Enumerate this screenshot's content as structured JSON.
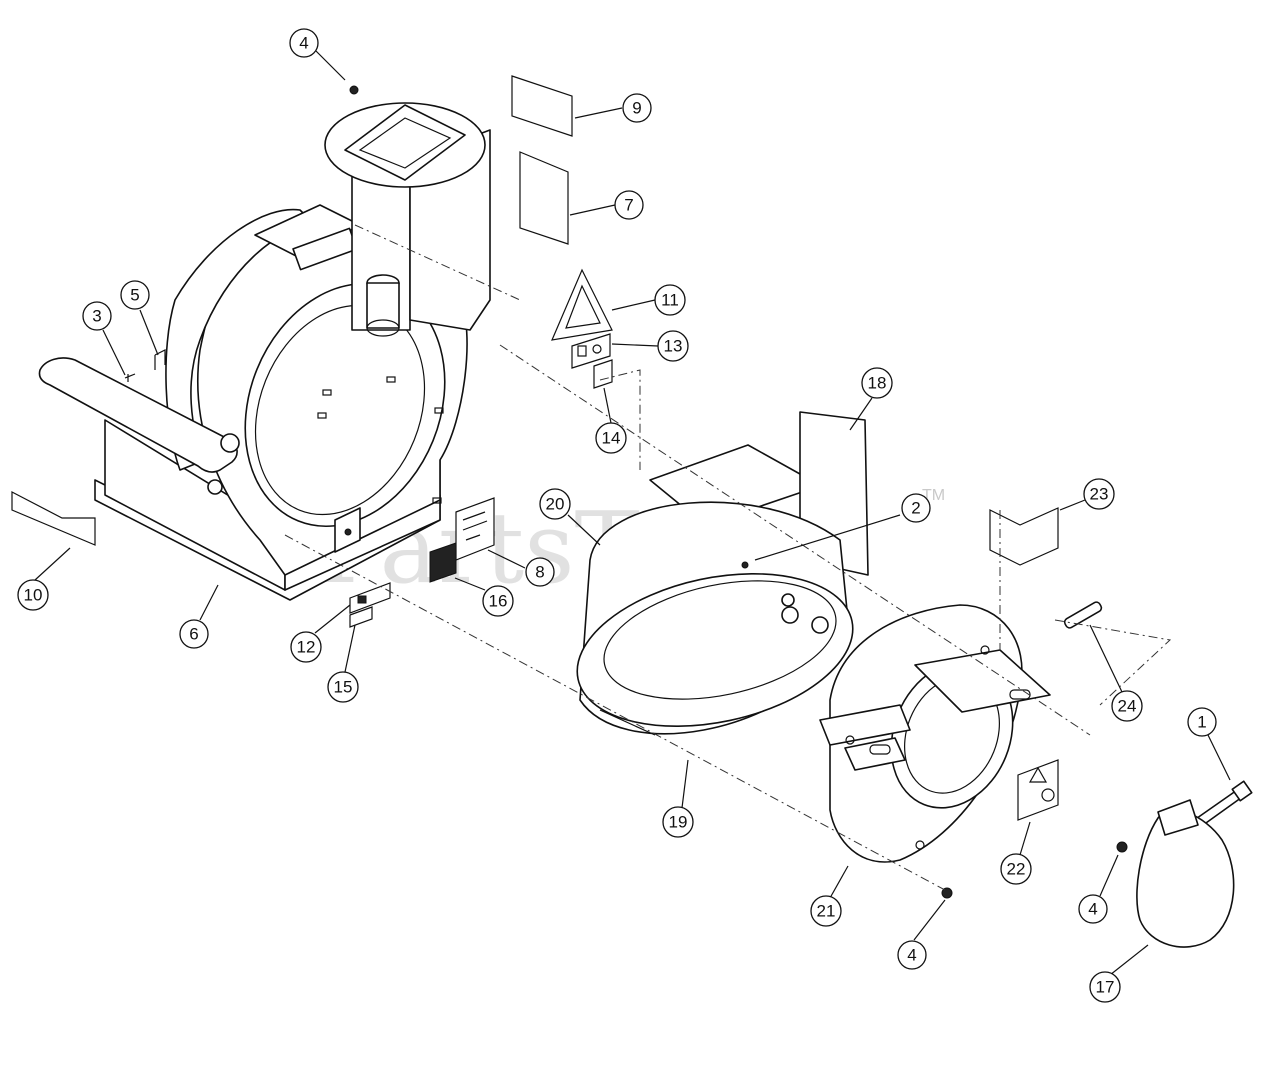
{
  "watermark": {
    "text": "PartsTree",
    "trademark": "TM"
  },
  "callouts": [
    "4",
    "9",
    "7",
    "11",
    "13",
    "14",
    "18",
    "5",
    "3",
    "10",
    "6",
    "12",
    "15",
    "8",
    "16",
    "20",
    "2",
    "23",
    "24",
    "1",
    "19",
    "21",
    "22",
    "4",
    "4",
    "17"
  ]
}
